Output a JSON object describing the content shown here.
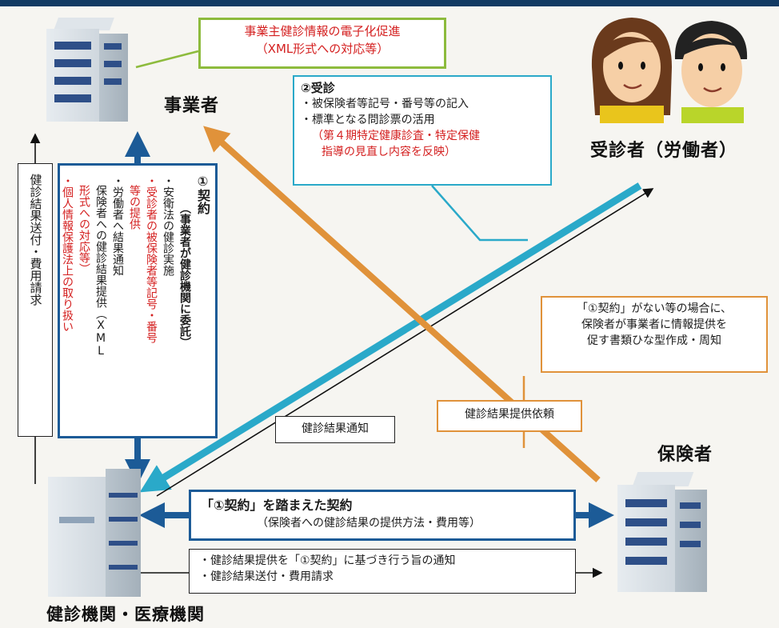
{
  "entities": {
    "employer": "事業者",
    "examinee": "受診者（労働者）",
    "insurer": "保険者",
    "institution": "健診機関・医療機関"
  },
  "green_note": {
    "line1": "事業主健診情報の電子化促進",
    "line2": "（XML形式への対応等）"
  },
  "visit": {
    "title": "②受診",
    "items": [
      "・被保険者等記号・番号等の記入",
      "・標準となる問診票の活用"
    ],
    "red_line1": "（第４期特定健康診査・特定保健",
    "red_line2": "指導の見直し内容を反映）"
  },
  "orange_note": {
    "line1": "「①契約」がない等の場合に、",
    "line2": "保険者が事業者に情報提供を",
    "line3": "促す書類ひな型作成・周知"
  },
  "contract": {
    "title": "①契約",
    "subtitle": "（事業者が健診機関に委託）",
    "col1": "・安衛法の健診実施",
    "col2": "・受診者の被保険者等記号・番号",
    "col3": "等の提供",
    "col4": "・労働者へ結果通知",
    "col5": "保険者への健診結果提供（XML",
    "col6": "形式への対応等）",
    "col7": "・個人情報保護法上の取り扱い"
  },
  "left_vertical": "健診結果送付・費用請求",
  "notify_label": "健診結果通知",
  "request_label": "健診結果提供依頼",
  "insurer_contract": {
    "title": "「①契約」を踏まえた契約",
    "subtitle": "（保険者への健診結果の提供方法・費用等）"
  },
  "bottom_box": {
    "line1": "・健診結果提供を「①契約」に基づき行う旨の通知",
    "line2": "・健診結果送付・費用請求"
  },
  "colors": {
    "navy": "#1c5b97",
    "teal": "#2aa9c9",
    "orange": "#e0923a",
    "green": "#8dbb3d",
    "red": "#d42020"
  }
}
